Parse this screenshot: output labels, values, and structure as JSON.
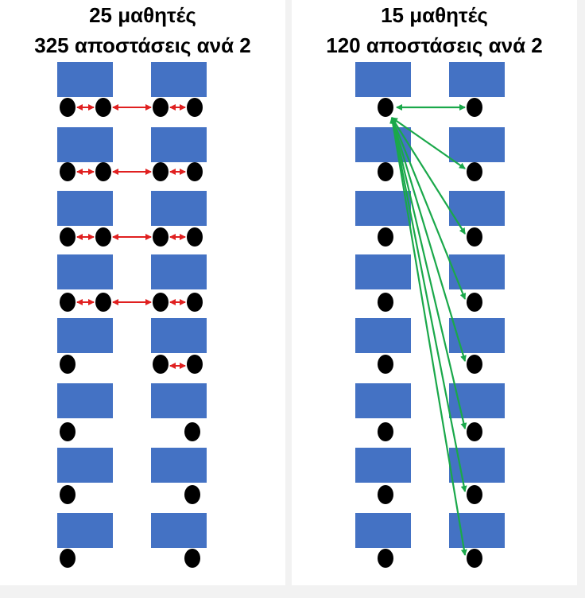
{
  "left_panel": {
    "title_line1": "25 μαθητές",
    "title_line2": "325 αποστάσεις ανά 2"
  },
  "right_panel": {
    "title_line1": "15 μαθητές",
    "title_line2": "120 αποστάσεις ανά 2"
  },
  "colors": {
    "desk": "#4472c4",
    "student": "#000000",
    "arrow_left": "#e02020",
    "arrow_right": "#1aa84a",
    "background": "#ffffff",
    "separator": "#f2f2f2"
  }
}
